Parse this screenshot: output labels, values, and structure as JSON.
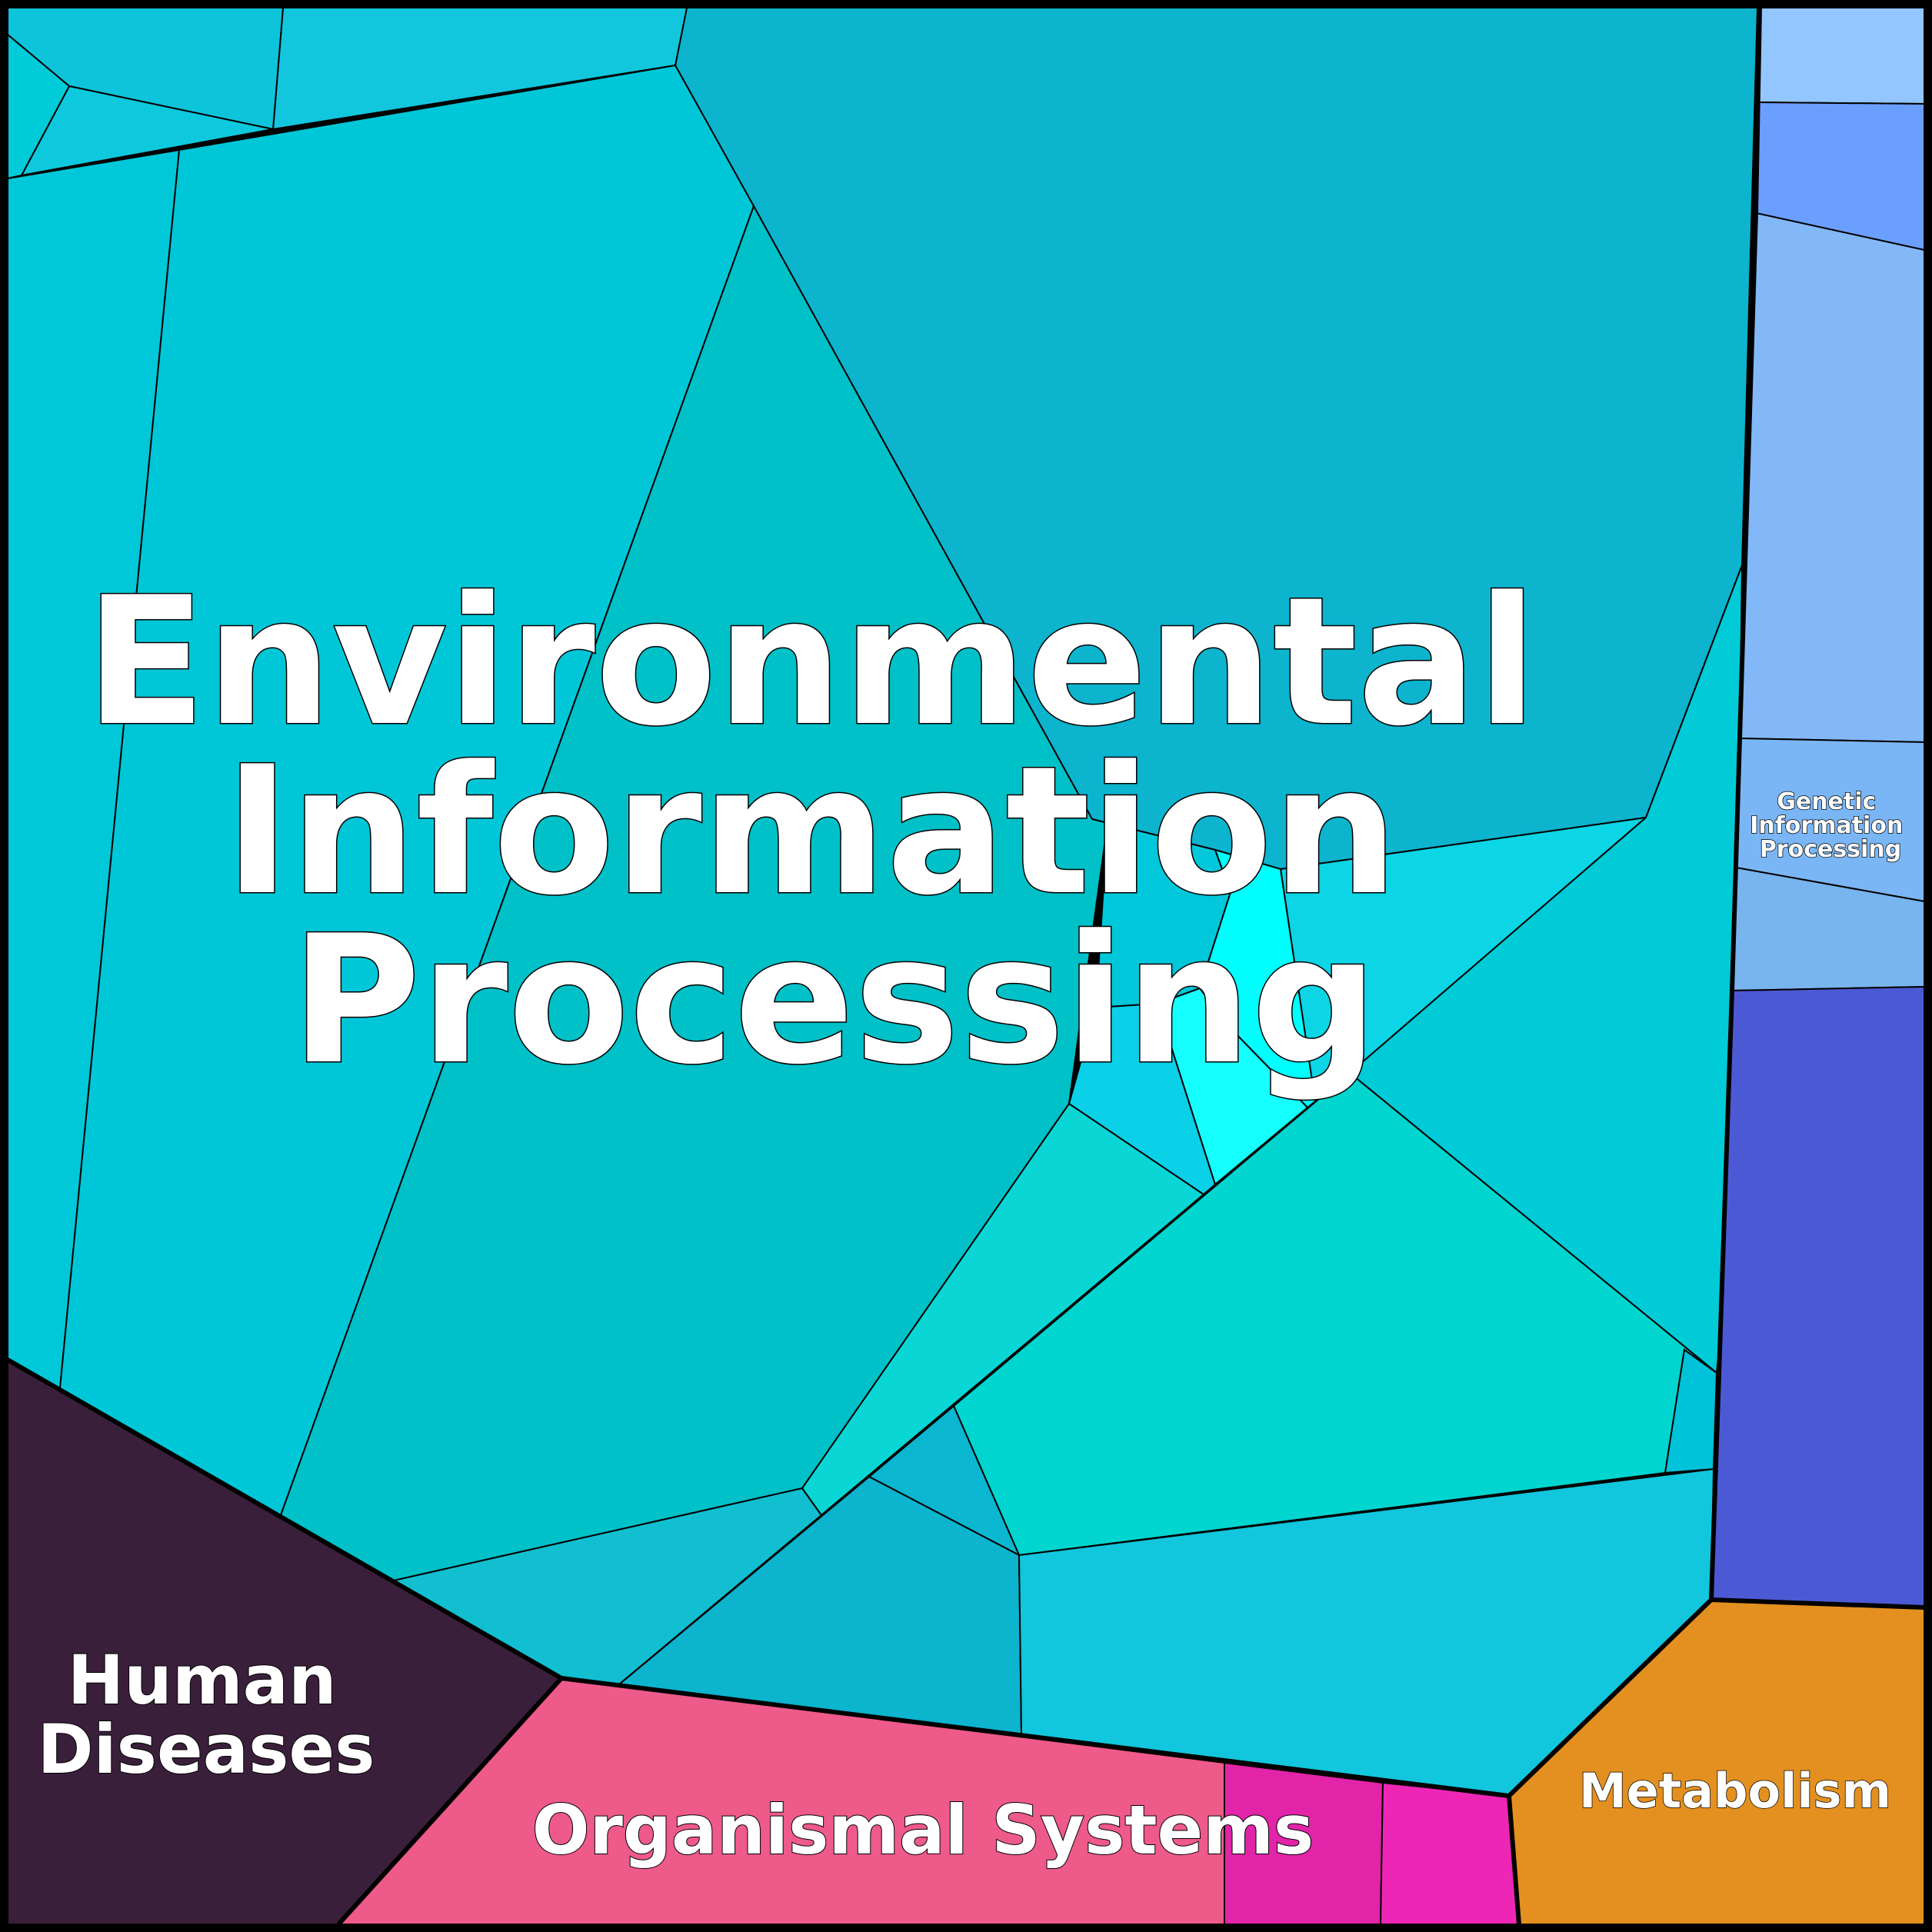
{
  "diagram": {
    "type": "voronoi-treemap",
    "border_color": "#000000",
    "groups": [
      {
        "id": "environmental",
        "label_lines": [
          "Environmental",
          "Information",
          "Processing"
        ],
        "colors": [
          "#0ab6d0",
          "#0cb4ce",
          "#12c6dd",
          "#0ec4db",
          "#0ec9dd",
          "#00cbd8",
          "#00c8d8",
          "#00c7d8",
          "#00c0c8",
          "#11bfd0",
          "#0ad7d5",
          "#0cd5e6",
          "#00c7d9",
          "#00ffff",
          "#0ad0e8",
          "#16ffff",
          "#00cbd7",
          "#00d5d0",
          "#00c3da"
        ]
      },
      {
        "id": "genetic",
        "label_lines": [
          "Genetic",
          "Information",
          "Processing"
        ],
        "colors": [
          "#93c6ff",
          "#6b9fff",
          "#82b8f8",
          "#7ab6f5",
          "#78b4ee",
          "#4b5ad4"
        ]
      },
      {
        "id": "human-diseases",
        "label_lines": [
          "Human",
          "Diseases"
        ],
        "colors": [
          "#3a1f3b"
        ]
      },
      {
        "id": "organismal",
        "label_lines": [
          "Organismal Systems"
        ],
        "colors": [
          "#ee5a8a",
          "#e124a8",
          "#ee26b6"
        ]
      },
      {
        "id": "metabolism",
        "label_lines": [
          "Metabolism"
        ],
        "colors": [
          "#e39020"
        ]
      }
    ]
  }
}
